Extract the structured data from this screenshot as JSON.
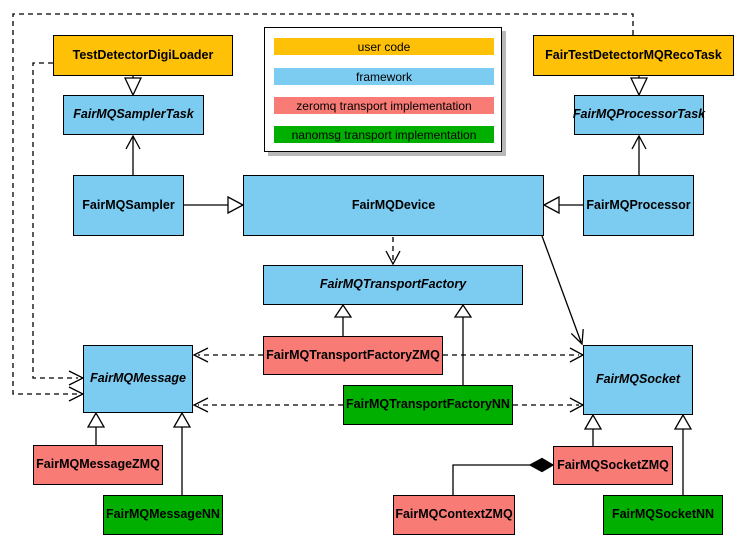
{
  "diagram_type": "UML class diagram (FairMQ framework architecture)",
  "nodes": {
    "tdl": {
      "label": "TestDetectorDigiLoader",
      "category": "user code"
    },
    "recoTask": {
      "label": "FairTestDetectorMQRecoTask",
      "category": "user code"
    },
    "samplerTask": {
      "label": "FairMQSamplerTask",
      "category": "framework",
      "abstract": true
    },
    "processorTask": {
      "label": "FairMQProcessorTask",
      "category": "framework",
      "abstract": true
    },
    "sampler": {
      "label": "FairMQSampler",
      "category": "framework"
    },
    "device": {
      "label": "FairMQDevice",
      "category": "framework"
    },
    "processor": {
      "label": "FairMQProcessor",
      "category": "framework"
    },
    "transportFactory": {
      "label": "FairMQTransportFactory",
      "category": "framework",
      "abstract": true
    },
    "transportFactoryZMQ": {
      "label": "FairMQTransportFactoryZMQ",
      "category": "zeromq transport implementation"
    },
    "transportFactoryNN": {
      "label": "FairMQTransportFactoryNN",
      "category": "nanomsg transport implementation"
    },
    "message": {
      "label": "FairMQMessage",
      "category": "framework",
      "abstract": true
    },
    "socket": {
      "label": "FairMQSocket",
      "category": "framework",
      "abstract": true
    },
    "messageZMQ": {
      "label": "FairMQMessageZMQ",
      "category": "zeromq transport implementation"
    },
    "messageNN": {
      "label": "FairMQMessageNN",
      "category": "nanomsg transport implementation"
    },
    "socketZMQ": {
      "label": "FairMQSocketZMQ",
      "category": "zeromq transport implementation"
    },
    "socketNN": {
      "label": "FairMQSocketNN",
      "category": "nanomsg transport implementation"
    },
    "contextZMQ": {
      "label": "FairMQContextZMQ",
      "category": "zeromq transport implementation"
    }
  },
  "legend": {
    "items": [
      {
        "label": "user code",
        "color": "#FFC107"
      },
      {
        "label": "framework",
        "color": "#7CCBF1"
      },
      {
        "label": "zeromq transport implementation",
        "color": "#F87B76"
      },
      {
        "label": "nanomsg transport implementation",
        "color": "#00AF00"
      }
    ]
  },
  "colors": {
    "user_code": "#FFC107",
    "framework": "#7CCBF1",
    "zeromq": "#F87B76",
    "nanomsg": "#00AF00",
    "line": "#000000",
    "background": "#FFFFFF"
  }
}
